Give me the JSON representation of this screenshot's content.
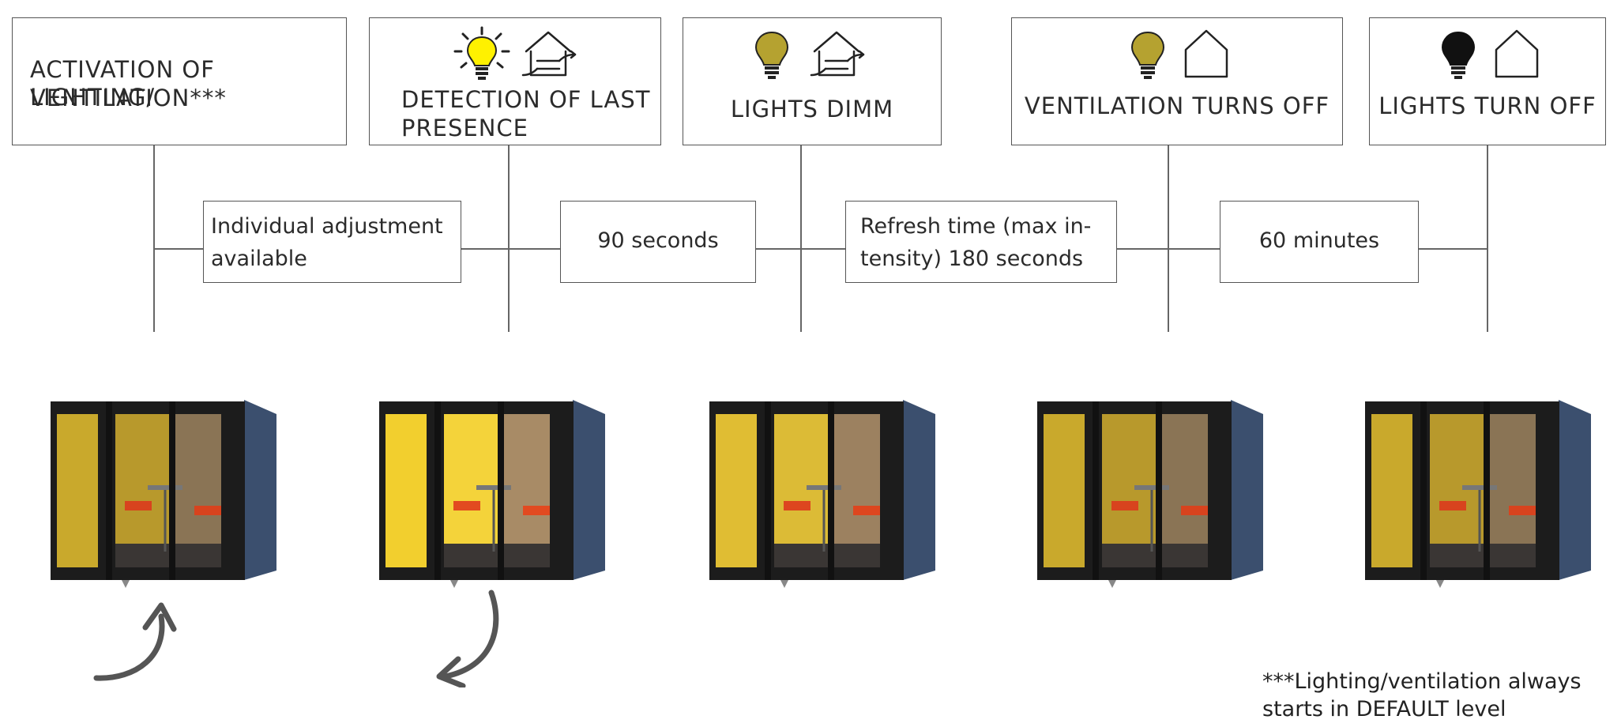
{
  "stages": [
    {
      "label_line1": "ACTIVATION OF LIGHTING/",
      "label_line2": "VENTILATION***",
      "bulb_icon": "none",
      "house_icon": "none"
    },
    {
      "label_line1": "DETECTION OF LAST",
      "label_line2": "PRESENCE",
      "bulb_icon": "bulb-bright-icon",
      "house_icon": "house-ventilation-icon"
    },
    {
      "label_line1": "LIGHTS DIMM",
      "label_line2": "",
      "bulb_icon": "bulb-dimmed-icon",
      "house_icon": "house-ventilation-icon"
    },
    {
      "label_line1": "VENTILATION TURNS OFF",
      "label_line2": "",
      "bulb_icon": "bulb-dimmed-icon",
      "house_icon": "house-icon"
    },
    {
      "label_line1": "LIGHTS TURN OFF",
      "label_line2": "",
      "bulb_icon": "bulb-off-icon",
      "house_icon": "house-icon"
    }
  ],
  "intervals": [
    {
      "line1": "Individual adjustment",
      "line2": "available"
    },
    {
      "line1": "90 seconds",
      "line2": ""
    },
    {
      "line1": "Refresh time (max in-",
      "line2": "tensity) 180 seconds"
    },
    {
      "line1": "60 minutes",
      "line2": ""
    }
  ],
  "arrows": [
    {
      "icon": "curved-arrow-up-icon"
    },
    {
      "icon": "curved-arrow-down-icon"
    }
  ],
  "footnote": {
    "line1": "***Lighting/ventilation always",
    "line2": "starts in DEFAULT level"
  },
  "colors": {
    "bulb_bright": "#fff100",
    "bulb_dimmed": "#b5a230",
    "bulb_off": "#111111",
    "booth_frame": "#1c1c1c",
    "booth_side": "#3b4f6e",
    "wall_yellow": "#e5c33a",
    "chair_red": "#d8431e"
  }
}
